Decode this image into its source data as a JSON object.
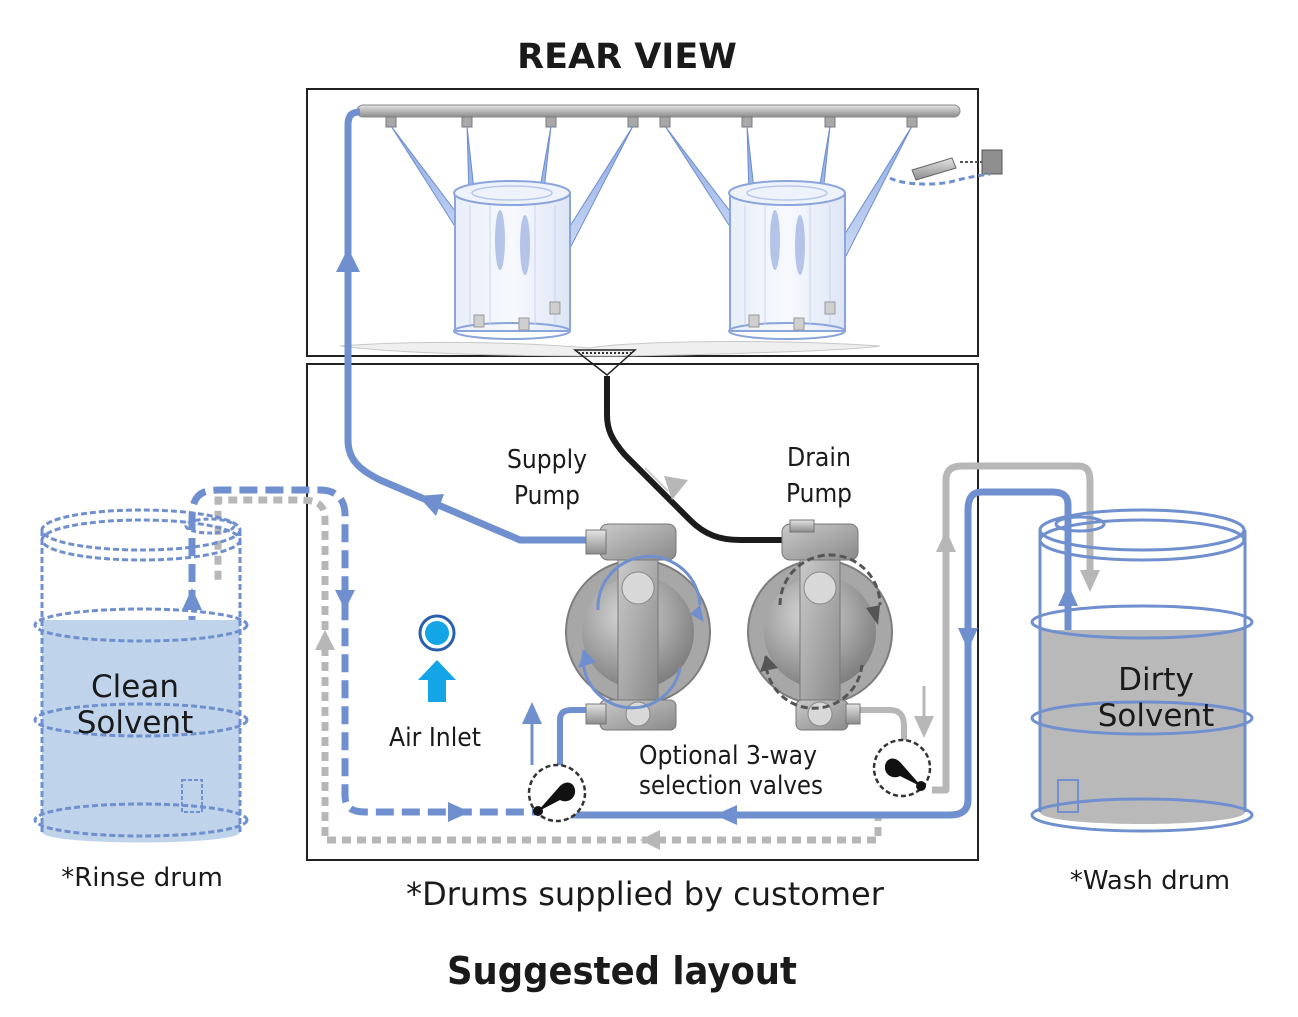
{
  "labels": {
    "rear_view": "REAR VIEW",
    "supply_pump_line1": "Supply",
    "supply_pump_line2": "Pump",
    "drain_pump_line1": "Drain",
    "drain_pump_line2": "Pump",
    "air_inlet": "Air Inlet",
    "valves_line1": "Optional 3-way",
    "valves_line2": "selection valves",
    "clean_line1": "Clean",
    "clean_line2": "Solvent",
    "dirty_line1": "Dirty",
    "dirty_line2": "Solvent",
    "rinse_drum": "*Rinse drum",
    "wash_drum": "*Wash drum",
    "drums_note": "*Drums supplied by customer",
    "caption": "Suggested layout"
  },
  "colors": {
    "blue_line": "#6f8fce",
    "gray_line": "#b7b7b7",
    "black_line": "#1c1c1c",
    "clean_fill": "#bfd3ea",
    "dirty_fill": "#b9b9b9",
    "air_inlet": "#14a5e6",
    "pump_gray": "#9a9a9a",
    "frame": "#222222"
  },
  "icons": {
    "air_inlet": "air-inlet-icon",
    "supply_pump": "diaphragm-pump-icon",
    "drain_pump": "diaphragm-pump-icon",
    "valve": "three-way-valve-icon"
  }
}
